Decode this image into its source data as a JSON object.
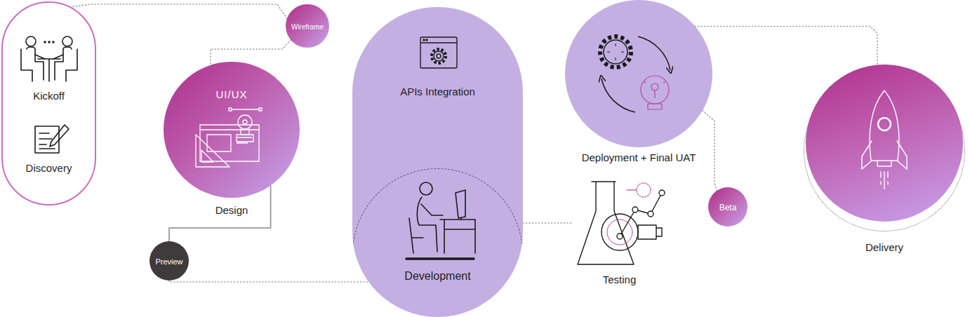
{
  "diagram": {
    "nodes": [
      {
        "text": [
          "Kickoff",
          "Discovery"
        ]
      },
      {
        "text": [
          "Wireframe"
        ]
      },
      {
        "text": [
          "UI/UX",
          "Design"
        ]
      },
      {
        "text": [
          "Preview"
        ]
      },
      {
        "text": [
          "APIs Integration"
        ]
      },
      {
        "text": [
          "Development"
        ],
        "in": 4
      },
      {
        "text": [
          "Testing"
        ]
      },
      {
        "text": [
          "Deployment + Final UAT"
        ]
      },
      {
        "text": [
          "Beta"
        ]
      },
      {
        "text": [
          "Delivery"
        ]
      }
    ],
    "edges": [
      {
        "from": 0,
        "to": 1,
        "arrow": "none"
      },
      {
        "from": 1,
        "to": 2,
        "arrow": "none"
      },
      {
        "from": 2,
        "to": 3,
        "arrow": "none"
      },
      {
        "from": 3,
        "to": 5,
        "arrow": "none"
      },
      {
        "from": 5,
        "to": 6,
        "arrow": "none"
      },
      {
        "from": 7,
        "to": 8,
        "arrow": "none"
      },
      {
        "from": 7,
        "to": 9,
        "arrow": "none"
      }
    ]
  }
}
